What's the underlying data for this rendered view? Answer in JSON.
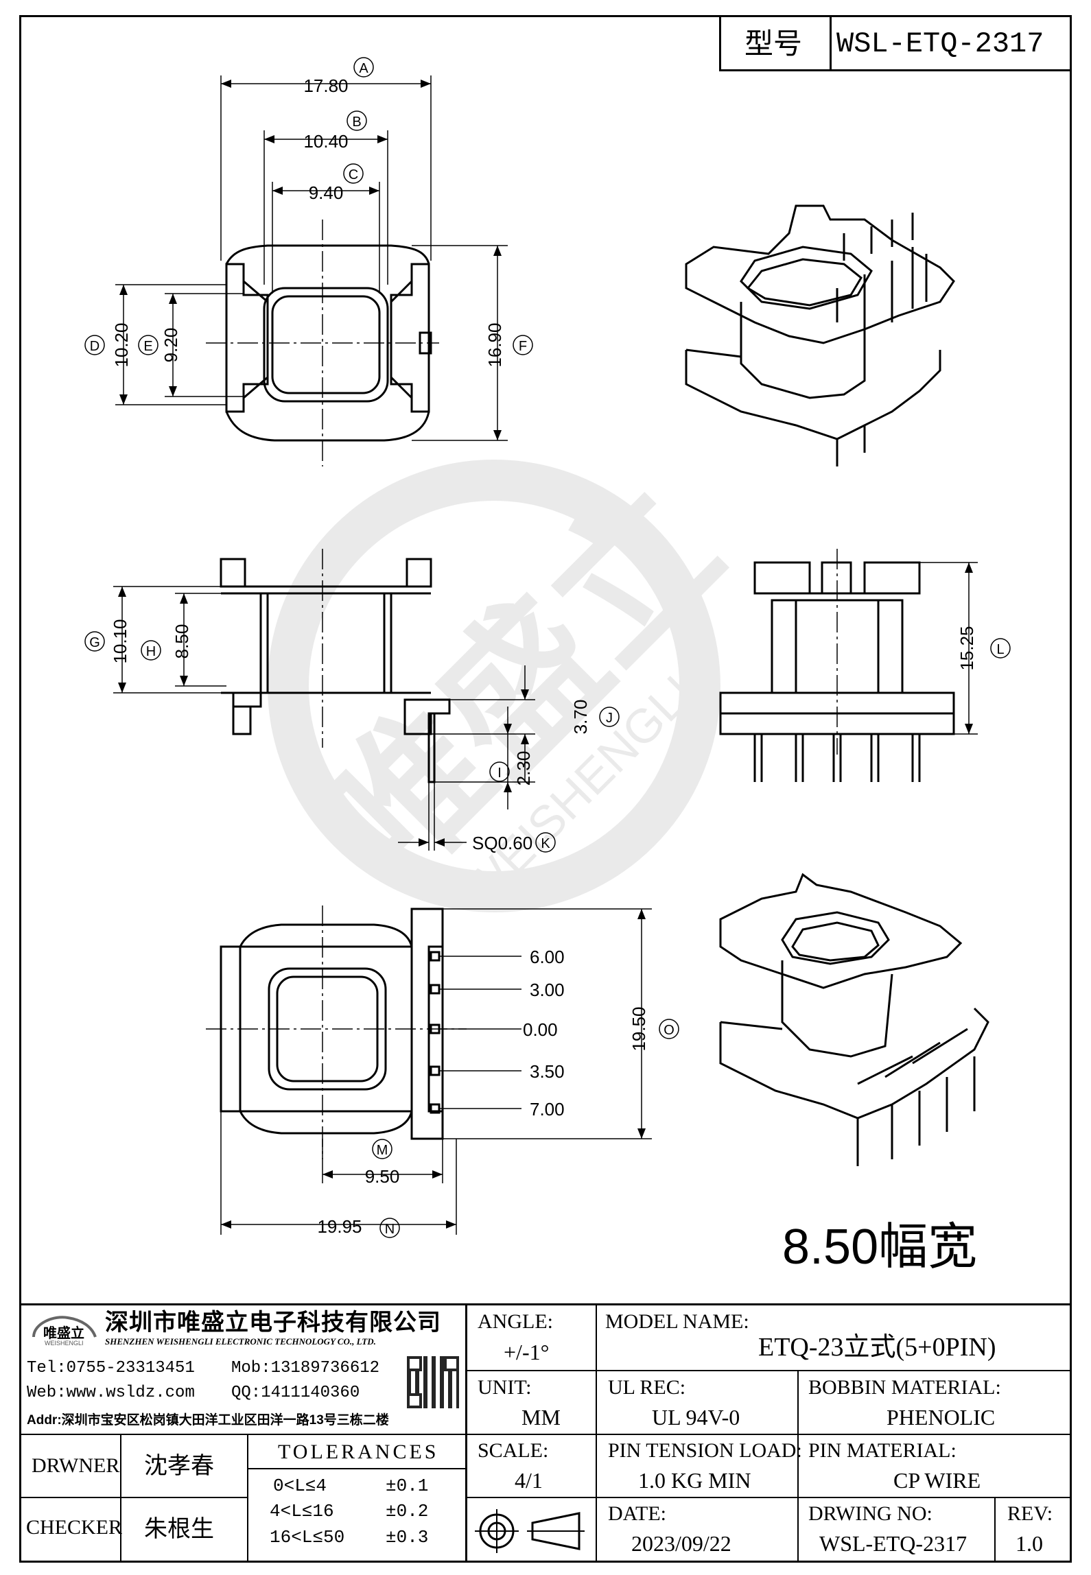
{
  "header": {
    "model_label": "型号",
    "model_value": "WSL-ETQ-2317"
  },
  "dimensions": {
    "A": {
      "letter": "A",
      "value": "17.80"
    },
    "B": {
      "letter": "B",
      "value": "10.40"
    },
    "C": {
      "letter": "C",
      "value": "9.40"
    },
    "D": {
      "letter": "D",
      "value": "10.20"
    },
    "E": {
      "letter": "E",
      "value": "9.20"
    },
    "F": {
      "letter": "F",
      "value": "16.90"
    },
    "G": {
      "letter": "G",
      "value": "10.10"
    },
    "H": {
      "letter": "H",
      "value": "8.50"
    },
    "I": {
      "letter": "I",
      "value": "2.30"
    },
    "J": {
      "letter": "J",
      "value": "3.70"
    },
    "K": {
      "letter": "K",
      "value": "SQ0.60"
    },
    "L": {
      "letter": "L",
      "value": "15.25"
    },
    "M": {
      "letter": "M",
      "value": "9.50"
    },
    "N": {
      "letter": "N",
      "value": "19.95"
    },
    "O": {
      "letter": "O",
      "value": "19.50"
    }
  },
  "pin_offsets": [
    "6.00",
    "3.00",
    "0.00",
    "3.50",
    "7.00"
  ],
  "width_note": "8.50幅宽",
  "watermark": {
    "cn": "唯盛立",
    "en": "WEISHENGLI"
  },
  "company": {
    "logo_cn": "唯盛立",
    "logo_en": "WEISHENGLI",
    "name_cn": "深圳市唯盛立电子科技有限公司",
    "name_en": "SHENZHEN WEISHENGLI ELECTRONIC TECHNOLOGY CO., LTD.",
    "tel": "Tel:0755-23313451",
    "mob": "Mob:13189736612",
    "web": "Web:www.wsldz.com",
    "qq": "QQ:1411140360",
    "addr": "Addr:深圳市宝安区松岗镇大田洋工业区田洋一路13号三栋二楼"
  },
  "people": {
    "drawer_label": "DRWNER",
    "drawer_name": "沈孝春",
    "checker_label": "CHECKER",
    "checker_name": "朱根生"
  },
  "tolerances": {
    "title": "TOLERANCES",
    "rows": [
      {
        "range": "0<L≤4",
        "tol": "±0.1"
      },
      {
        "range": "4<L≤16",
        "tol": "±0.2"
      },
      {
        "range": "16<L≤50",
        "tol": "±0.3"
      }
    ]
  },
  "specs": {
    "angle_label": "ANGLE:",
    "angle_value": "+/-1°",
    "model_name_label": "MODEL NAME:",
    "model_name_value": "ETQ-23立式(5+0PIN)",
    "unit_label": "UNIT:",
    "unit_value": "MM",
    "ul_label": "UL REC:",
    "ul_value": "UL 94V-0",
    "bobbin_label": "BOBBIN MATERIAL:",
    "bobbin_value": "PHENOLIC",
    "scale_label": "SCALE:",
    "scale_value": "4/1",
    "tension_label": "PIN TENSION LOAD:",
    "tension_value": "1.0 KG MIN",
    "pin_material_label": "PIN MATERIAL:",
    "pin_material_value": "CP WIRE",
    "date_label": "DATE:",
    "date_value": "2023/09/22",
    "drawing_no_label": "DRWING NO:",
    "drawing_no_value": "WSL-ETQ-2317",
    "rev_label": "REV:",
    "rev_value": "1.0"
  }
}
